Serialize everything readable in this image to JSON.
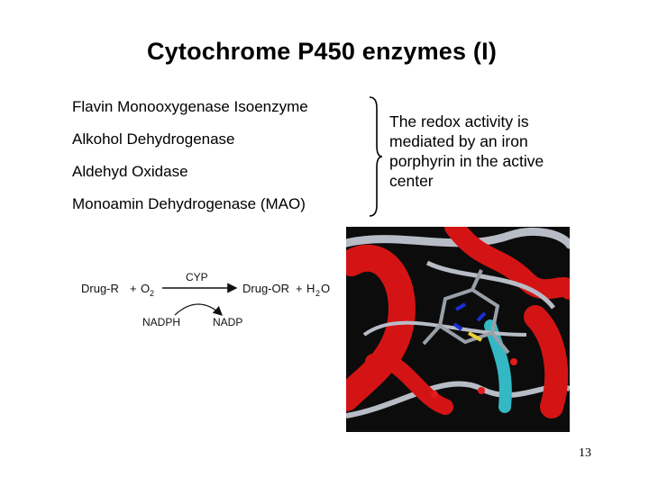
{
  "slide": {
    "title": "Cytochrome P450 enzymes (I)",
    "enzymes": [
      "Flavin Monooxygenase Isoenzyme",
      "Alkohol Dehydrogenase",
      "Aldehyd Oxidase",
      "Monoamin Dehydrogenase (MAO)"
    ],
    "note": "The redox activity is mediated by an iron porphyrin in the active center",
    "page_number": "13"
  },
  "reaction": {
    "substrate": "Drug-R",
    "plus1": "+",
    "oxygen": "O",
    "oxygen_sub": "2",
    "enzyme": "CYP",
    "product": "Drug-OR",
    "plus2": "+",
    "water_h": "H",
    "water_sub": "2",
    "water_o": "O",
    "cofactor_in": "NADPH",
    "cofactor_out": "NADP"
  },
  "image": {
    "subject": "ribbon diagram of cytochrome P450 with heme in active center",
    "colors": {
      "helix": "#d41414",
      "strand": "#33b8c4",
      "coil": "#b8bcc6",
      "background": "#0c0c0c"
    }
  }
}
